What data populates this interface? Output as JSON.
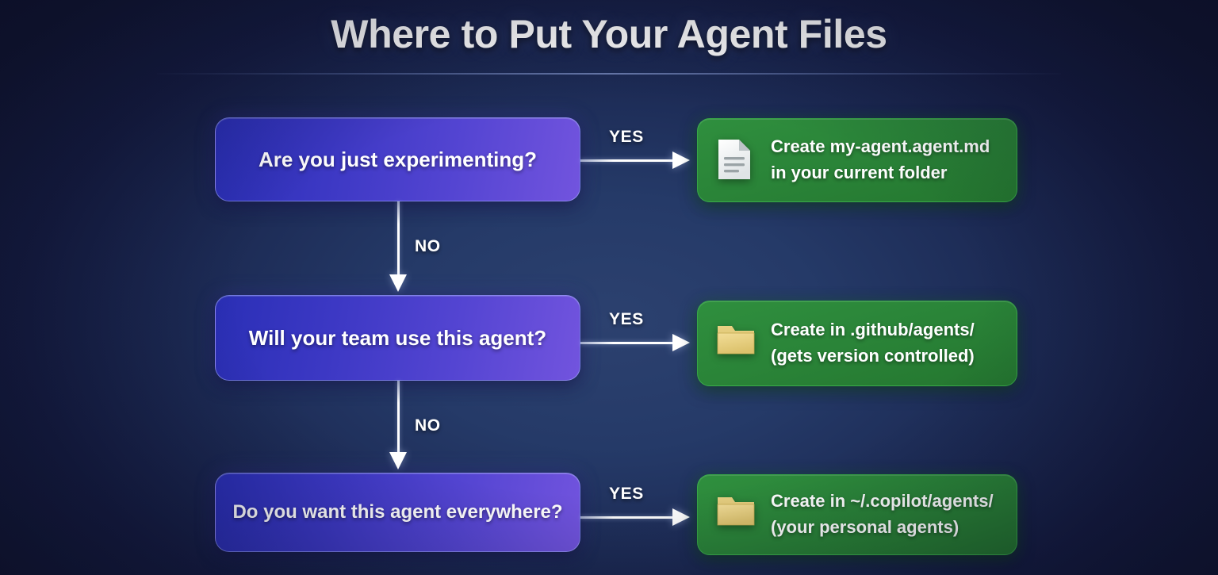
{
  "page": {
    "title": "Where to Put Your Agent Files",
    "background_dark": "#121735",
    "background_mid": "#2c416f",
    "accent_blue": "#3c38c4",
    "accent_purple": "#7254de",
    "accent_green": "#2a8438",
    "connector_color": "#ffffff"
  },
  "flow": {
    "decisions": [
      {
        "id": "decision-1",
        "label": "Are you just experimenting?"
      },
      {
        "id": "decision-2",
        "label": "Will your team use this agent?"
      },
      {
        "id": "decision-3",
        "label": "Do you want this agent everywhere?"
      }
    ],
    "outcomes": [
      {
        "id": "outcome-1",
        "icon": "document-icon",
        "line1": "Create my-agent.agent.md",
        "line2": "in your current folder"
      },
      {
        "id": "outcome-2",
        "icon": "folder-icon",
        "line1": "Create in .github/agents/",
        "line2": "(gets version controlled)"
      },
      {
        "id": "outcome-3",
        "icon": "folder-icon",
        "line1": "Create in ~/.copilot/agents/",
        "line2": "(your personal agents)"
      }
    ],
    "yes_branches": [
      {
        "id": "yes-1",
        "label": "YES"
      },
      {
        "id": "yes-2",
        "label": "YES"
      },
      {
        "id": "yes-3",
        "label": "YES"
      }
    ],
    "no_branches": [
      {
        "id": "no-1",
        "label": "NO"
      },
      {
        "id": "no-2",
        "label": "NO"
      }
    ]
  }
}
